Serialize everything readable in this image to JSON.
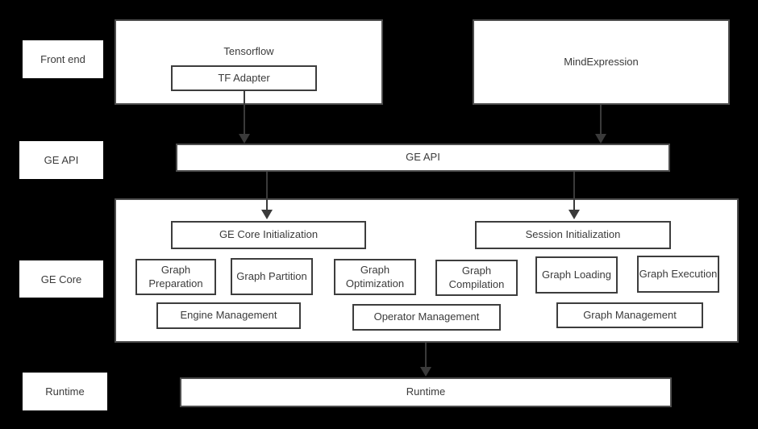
{
  "colors": {
    "background": "#000000",
    "box_fill": "#ffffff",
    "outer_border": "#4d4d4d",
    "inner_border": "#3d3d3d",
    "text": "#3b3b3b",
    "arrow": "#3a3a3a"
  },
  "side_labels": {
    "front_end": "Front end",
    "ge_api": "GE API",
    "ge_core": "GE Core",
    "runtime": "Runtime"
  },
  "frontend": {
    "tensorflow_label": "Tensorflow",
    "tf_adapter_label": "TF Adapter",
    "mindexpression_label": "MindExpression"
  },
  "api": {
    "label": "GE API"
  },
  "core": {
    "ge_core_initialization": "GE Core Initialization",
    "session_initialization": "Session Initialization",
    "stages": [
      {
        "label": "Graph Preparation"
      },
      {
        "label": "Graph Partition"
      },
      {
        "label": "Graph Optimization"
      },
      {
        "label": "Graph Compilation"
      },
      {
        "label": "Graph Loading"
      },
      {
        "label": "Graph Execution"
      }
    ],
    "management": [
      {
        "label": "Engine Management"
      },
      {
        "label": "Operator Management"
      },
      {
        "label": "Graph Management"
      }
    ]
  },
  "runtime": {
    "label": "Runtime"
  }
}
